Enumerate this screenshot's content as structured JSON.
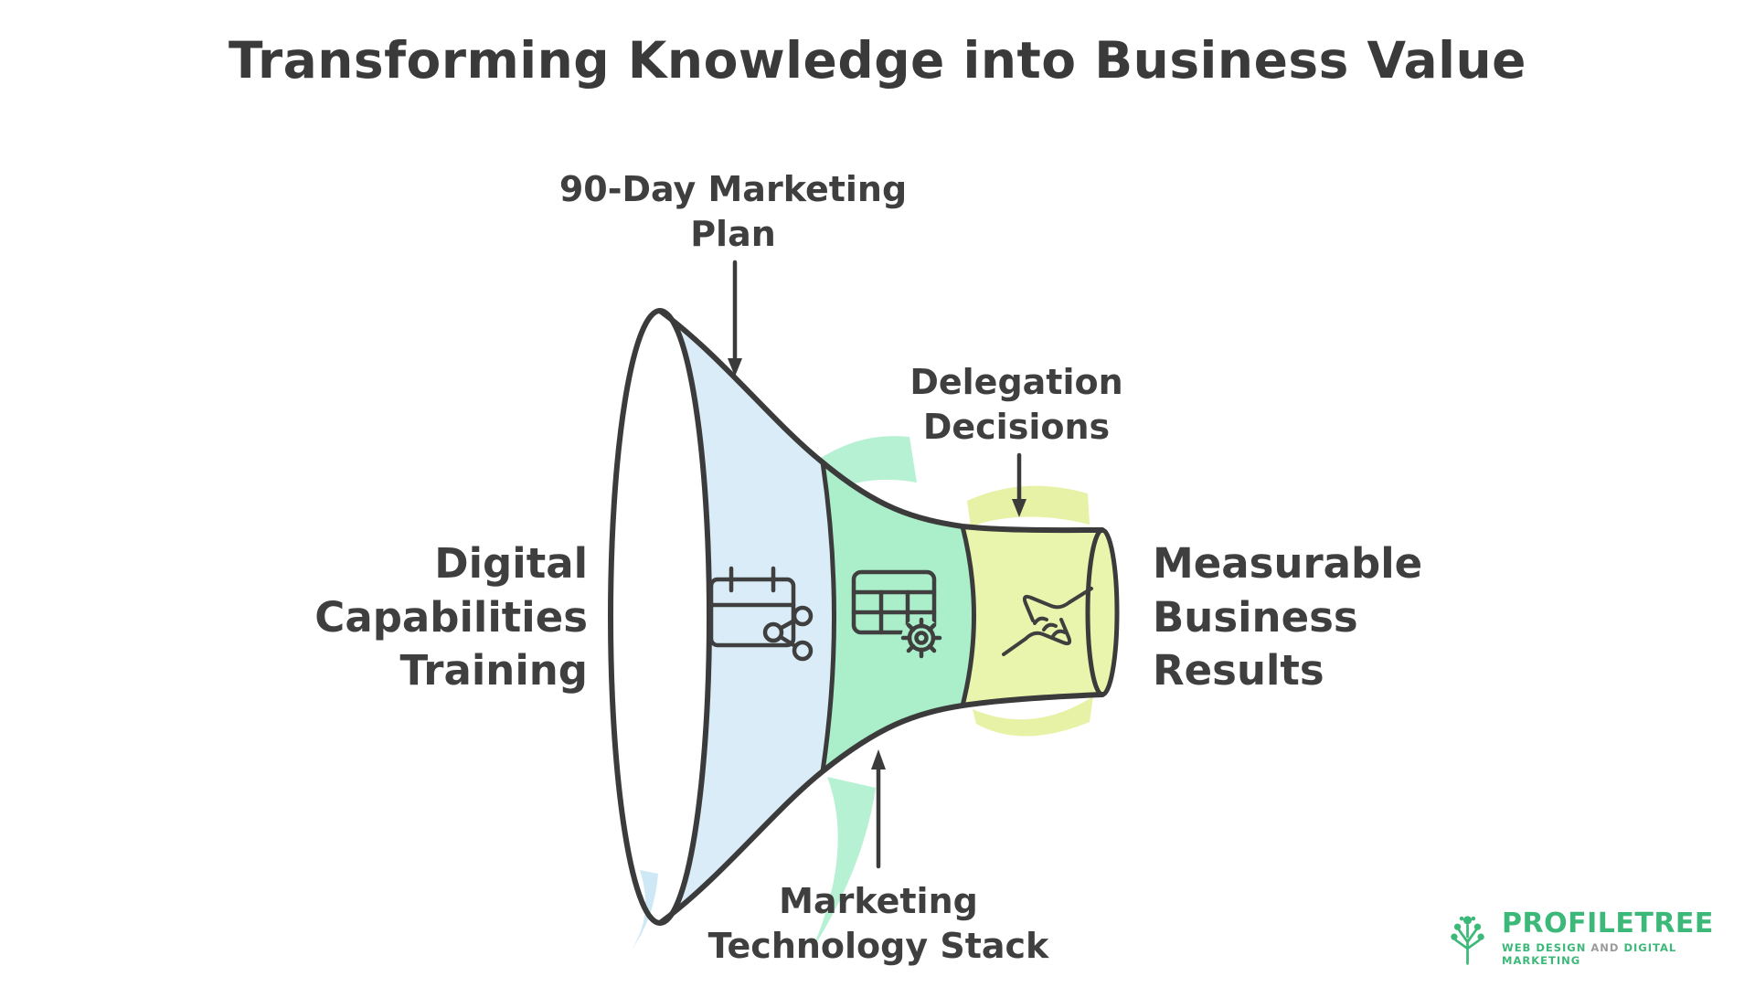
{
  "title": "Transforming Knowledge into Business Value",
  "diagram": {
    "type": "funnel",
    "orientation": "horizontal",
    "stages": [
      {
        "id": "digital-capabilities-training",
        "label": "Digital\nCapabilities\nTraining",
        "role": "input"
      },
      {
        "id": "90-day-marketing-plan",
        "label": "90-Day Marketing\nPlan",
        "color": "#d9ecf7",
        "icon": "calendar-share-icon"
      },
      {
        "id": "marketing-technology-stack",
        "label": "Marketing\nTechnology Stack",
        "color": "#abeeca",
        "icon": "table-gear-icon"
      },
      {
        "id": "delegation-decisions",
        "label": "Delegation\nDecisions",
        "color": "#e9f4ad",
        "icon": "handshake-icon"
      },
      {
        "id": "measurable-business-results",
        "label": "Measurable\nBusiness\nResults",
        "role": "output"
      }
    ]
  },
  "colors": {
    "ink": "#3b3b3b",
    "text": "#3f3f3f",
    "mouth_fill": "#edf6fb",
    "underlay_blue": "#cfe8f5",
    "underlay_green": "#b7f1d3",
    "underlay_yellow": "#e7f2a6",
    "brand_green": "#3cb878"
  },
  "logo": {
    "name": "PROFILETREE",
    "tagline_web": "WEB DESIGN",
    "tagline_and": "AND",
    "tagline_marketing": "DIGITAL MARKETING"
  }
}
